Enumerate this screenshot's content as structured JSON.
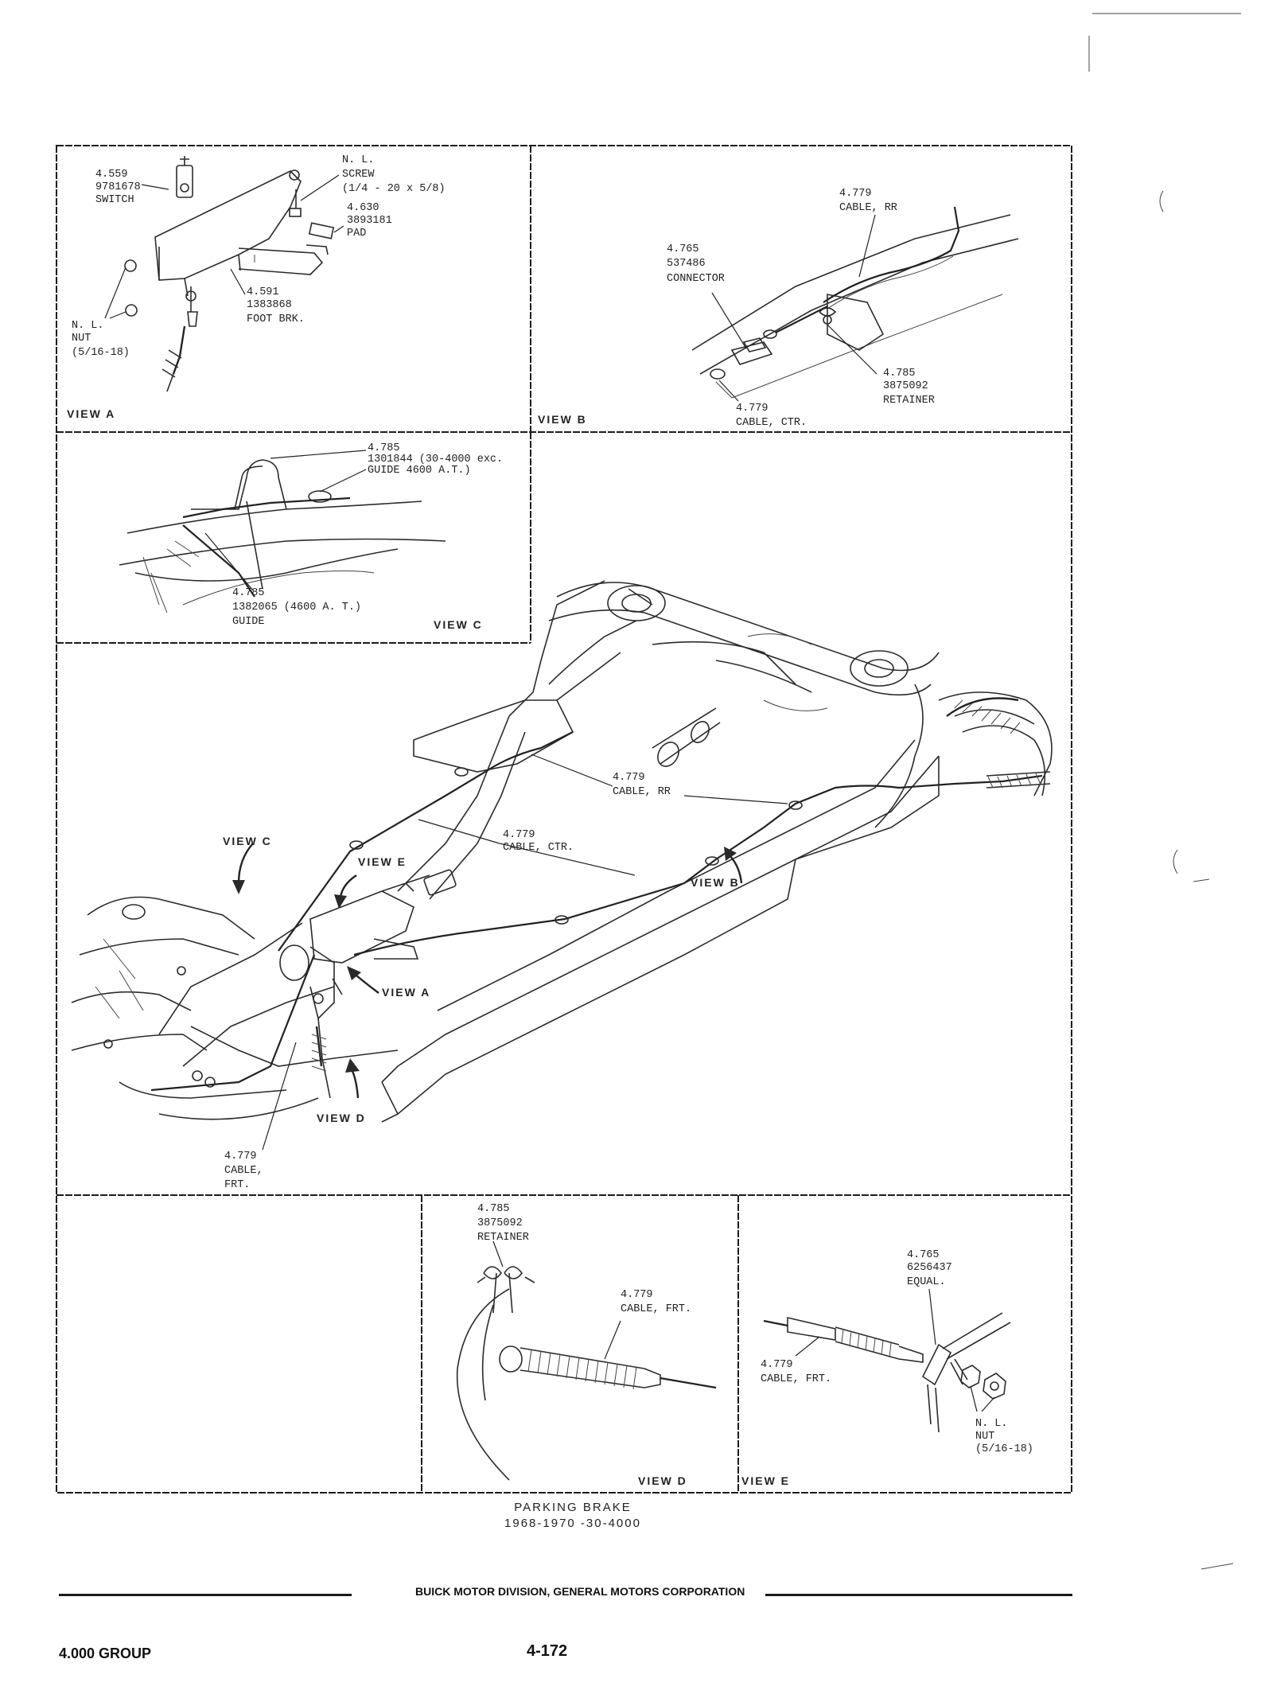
{
  "view_a": {
    "switch_label": [
      "4.559",
      "9781678",
      "SWITCH"
    ],
    "screw_label": [
      "N. L.",
      "SCREW",
      "(1/4 - 20 x 5/8)"
    ],
    "pad_label": [
      "4.630",
      "3893181",
      "PAD"
    ],
    "foot_brake_label": [
      "4.591",
      "1383868",
      "FOOT BRK."
    ],
    "nut_label": [
      "N. L.",
      "NUT",
      "(5/16-18)"
    ],
    "view_label": "VIEW A"
  },
  "view_b": {
    "cable_rr_label": [
      "4.779",
      "CABLE, RR"
    ],
    "connector_label": [
      "4.765",
      "537486",
      "CONNECTOR"
    ],
    "retainer_label": [
      "4.785",
      "3875092",
      "RETAINER"
    ],
    "cable_ctr_label": [
      "4.779",
      "CABLE, CTR."
    ],
    "view_label": "VIEW B"
  },
  "view_c": {
    "guide_top_label": [
      "4.785",
      "1301844 (30-4000 exc.",
      "GUIDE      4600 A.T.)"
    ],
    "guide_bottom_label": [
      "4.785",
      "1382065 (4600 A. T.)",
      "GUIDE"
    ],
    "view_label": "VIEW C"
  },
  "main": {
    "cable_rr_label": [
      "4.779",
      "CABLE, RR"
    ],
    "cable_ctr_label": [
      "4.779",
      "CABLE, CTR."
    ],
    "cable_frt_label": [
      "4.779",
      "CABLE,",
      "FRT."
    ],
    "arrow_view_a": "VIEW A",
    "arrow_view_b": "VIEW B",
    "arrow_view_c": "VIEW C",
    "arrow_view_d": "VIEW D",
    "arrow_view_e": "VIEW E"
  },
  "view_d": {
    "retainer_label": [
      "4.785",
      "3875092",
      "RETAINER"
    ],
    "cable_frt_label": [
      "4.779",
      "CABLE, FRT."
    ],
    "view_label": "VIEW D"
  },
  "view_e": {
    "equal_label": [
      "4.765",
      "6256437",
      "EQUAL."
    ],
    "cable_frt_label": [
      "4.779",
      "CABLE, FRT."
    ],
    "nut_label": [
      "N. L.",
      "NUT",
      "(5/16-18)"
    ],
    "view_label": "VIEW E"
  },
  "caption": {
    "title": "PARKING BRAKE",
    "subtitle": "1968-1970 -30-4000"
  },
  "footer": {
    "corporation": "BUICK MOTOR DIVISION, GENERAL MOTORS CORPORATION",
    "group": "4.000 GROUP",
    "page_number": "4-172"
  }
}
